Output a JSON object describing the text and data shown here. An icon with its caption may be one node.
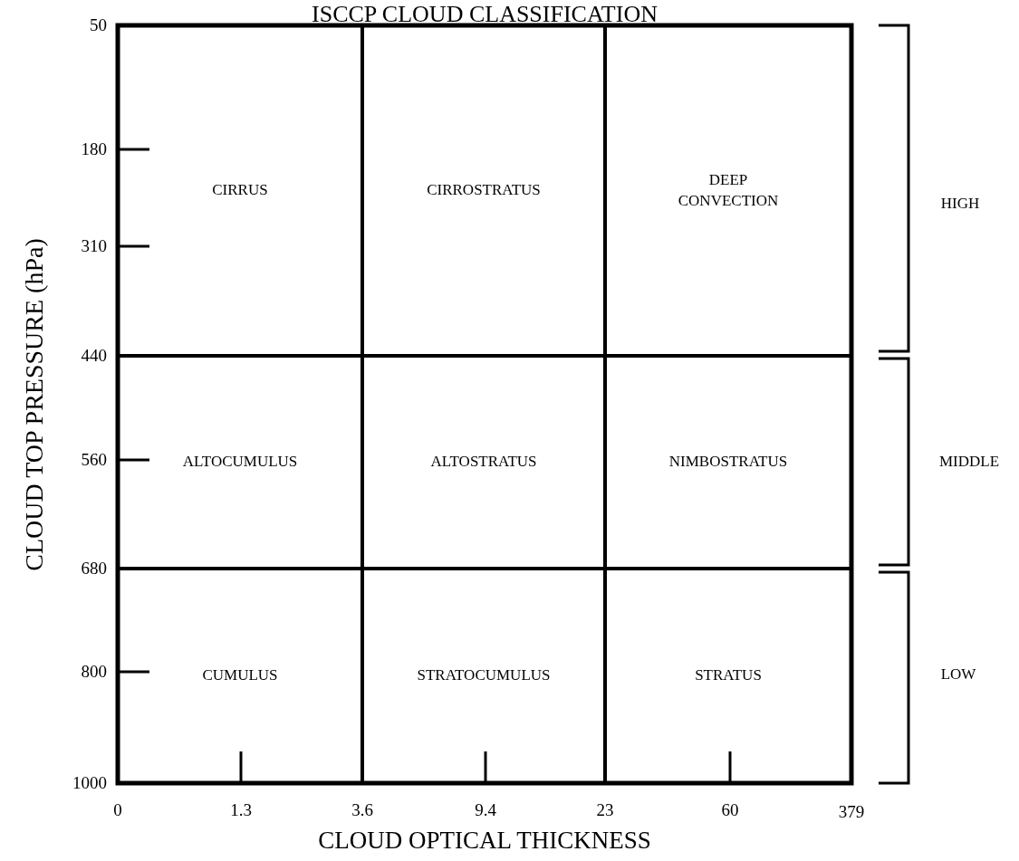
{
  "diagram": {
    "title": "ISCCP CLOUD CLASSIFICATION",
    "nodes": [
      {
        "text": [
          "CIRRUS"
        ]
      },
      {
        "text": [
          "CIRROSTRATUS"
        ]
      },
      {
        "text": [
          "DEEP CONVECTION"
        ]
      },
      {
        "text": [
          "ALTOCUMULUS"
        ]
      },
      {
        "text": [
          "ALTOSTRATUS"
        ]
      },
      {
        "text": [
          "NIMBOSTRATUS"
        ]
      },
      {
        "text": [
          "CUMULUS"
        ]
      },
      {
        "text": [
          "STRATOCUMULUS"
        ]
      },
      {
        "text": [
          "STRATUS"
        ]
      }
    ],
    "edges": [],
    "labels": [
      "50",
      "180",
      "310",
      "440",
      "560",
      "680",
      "800",
      "1000",
      "CLOUD TOP PRESSURE (hPa)",
      "0",
      "1.3",
      "3.6",
      "9.4",
      "23",
      "60",
      "379",
      "CLOUD OPTICAL THICKNESS",
      "HIGH",
      "MIDDLE",
      "LOW"
    ]
  }
}
